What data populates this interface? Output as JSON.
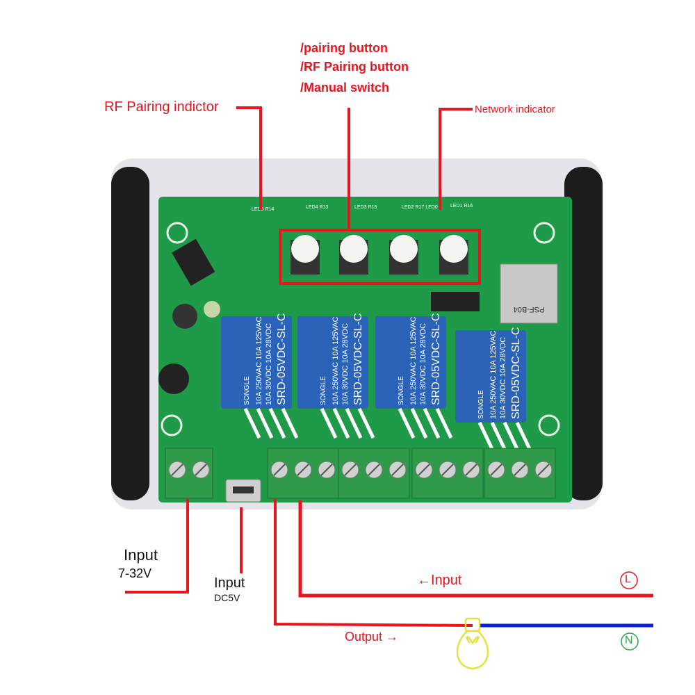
{
  "annotations": {
    "pairing_button": "/pairing button",
    "rf_pairing_button": "/RF Pairing button",
    "manual_switch": "/Manual switch",
    "rf_pairing_indicator": "RF Pairing indictor",
    "network_indicator": "Network indicator",
    "input_power": "Input",
    "input_power_range": "7-32V",
    "input_usb": "Input",
    "input_usb_voltage": "DC5V",
    "input_live": "←Input",
    "output": "Output →",
    "live_symbol": "L",
    "neutral_symbol": "N"
  },
  "board": {
    "relay_brand": "SONGLE",
    "relay_model": "SRD-05VDC-SL-C",
    "relay_rating_1": "10A 250VAC 10A 125VAC",
    "relay_rating_2": "10A 30VDC 10A 28VDC",
    "module_label": "PSF-B04",
    "led_labels": [
      "LED5 R14",
      "LED4 R13",
      "LED3 R18",
      "LED2 R17 LED0",
      "LED1 R16"
    ]
  },
  "colors": {
    "annotation": "#e8141e",
    "neutral_wire": "#0a1ee0",
    "pcb": "#1f9a48",
    "relay": "#2a63b8",
    "bulb": "#e6e040",
    "neutral_symbol": "#2aa84a"
  },
  "icons": [
    "light-bulb-icon",
    "live-circle-icon",
    "neutral-circle-icon"
  ]
}
